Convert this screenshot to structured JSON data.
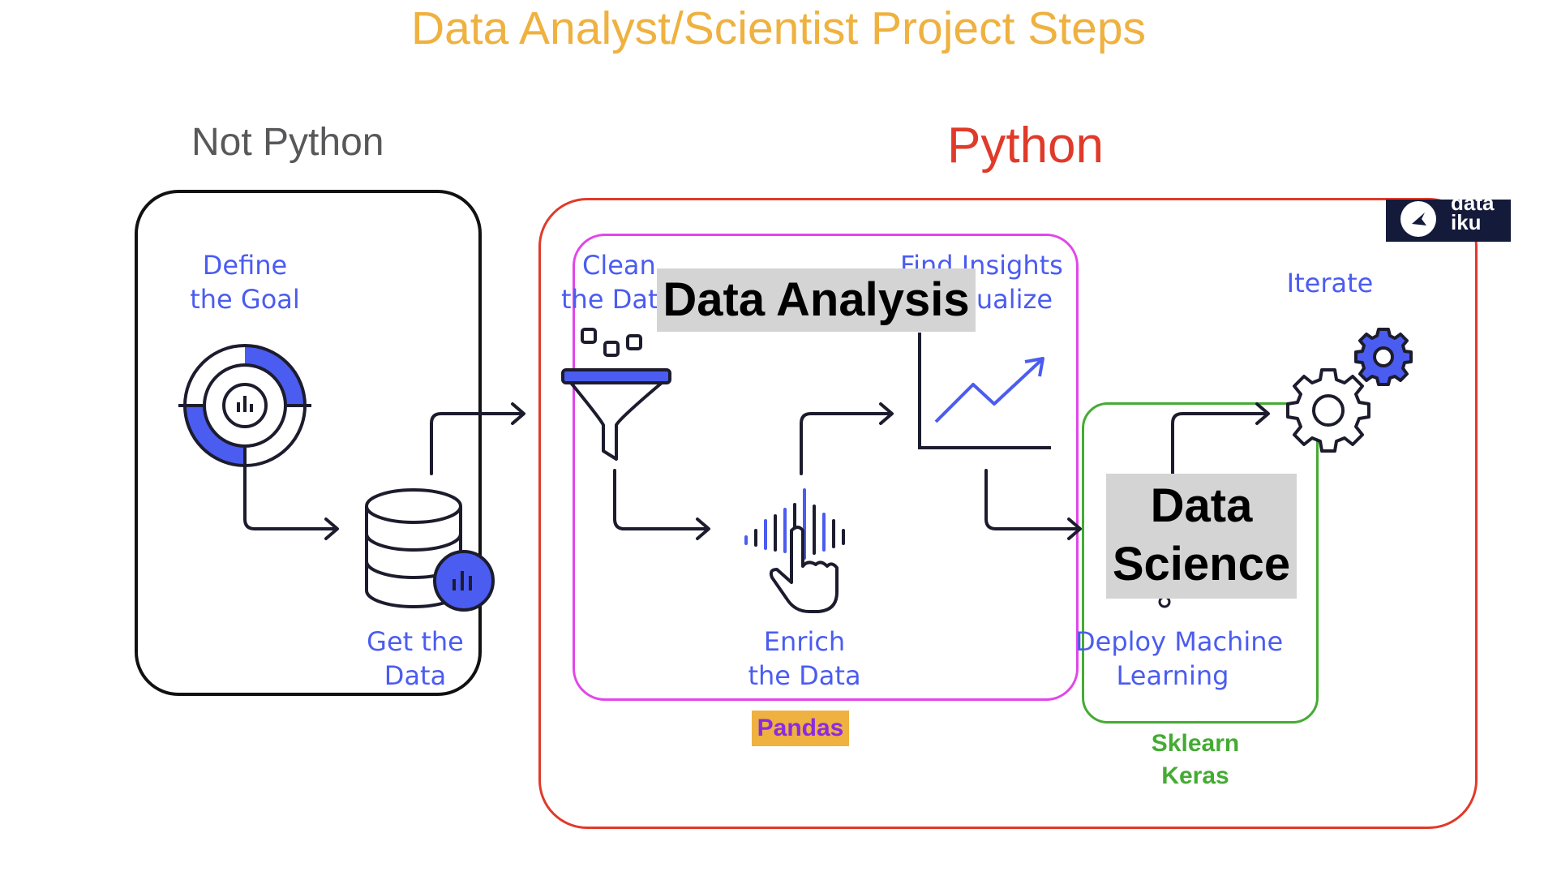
{
  "title": "Data Analyst/Scientist Project Steps",
  "groups": {
    "not_python": "Not Python",
    "python": "Python"
  },
  "steps": {
    "define_goal": [
      "Define",
      "the Goal"
    ],
    "get_data": [
      "Get the",
      "Data"
    ],
    "clean_data": [
      "Clean",
      "the Data"
    ],
    "enrich_data": [
      "Enrich",
      "the Data"
    ],
    "find_insights": [
      "Find Insights",
      "& Visualize"
    ],
    "deploy_ml": [
      "Deploy Machine",
      "Learning"
    ],
    "iterate": [
      "Iterate"
    ]
  },
  "highlights": {
    "data_analysis": "Data Analysis",
    "data_science": [
      "Data",
      "Science"
    ]
  },
  "libraries": {
    "pandas": "Pandas",
    "sklearn": "Sklearn",
    "keras": "Keras"
  },
  "logo": {
    "line1": "data",
    "line2": "iku"
  },
  "colors": {
    "title": "#efb13f",
    "not_python_box": "#111111",
    "python_box": "#e03a2a",
    "analysis_box": "#e246e9",
    "science_box": "#44ab33",
    "icon_accent": "#4b5cf0",
    "icon_line": "#1c1c2e"
  }
}
